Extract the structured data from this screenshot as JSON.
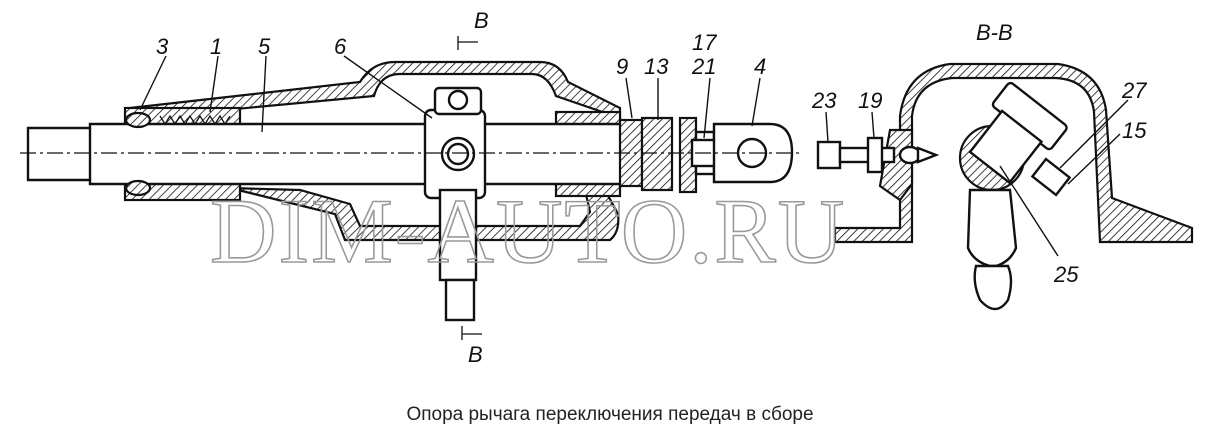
{
  "drawing": {
    "caption": "Опора рычага переключения передач в сборе",
    "section_marks": {
      "top": "B",
      "bottom": "B"
    },
    "section_view_title": "B-B",
    "watermark": "DIM-AUTO.RU",
    "part_labels": {
      "p3": "3",
      "p1": "1",
      "p5": "5",
      "p6": "6",
      "p9": "9",
      "p13": "13",
      "p17": "17",
      "p21": "21",
      "p4": "4",
      "p23": "23",
      "p19": "19",
      "p27": "27",
      "p15": "15",
      "p25": "25"
    }
  }
}
